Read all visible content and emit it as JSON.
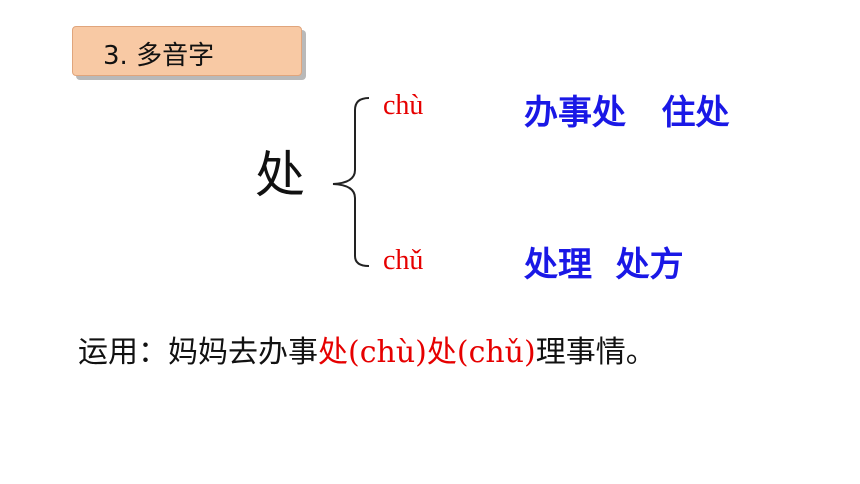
{
  "section_tag": "3. 多音字",
  "character": "处",
  "readings": [
    {
      "pinyin": "chù",
      "words": "办事处   住处"
    },
    {
      "pinyin": "chǔ",
      "words": "处理  处方"
    }
  ],
  "usage": {
    "prefix": "运用：妈妈去办事",
    "char1": "处",
    "pinyin1": "(chù)",
    "char2": "处",
    "pinyin2": "(chǔ)",
    "suffix": "理事情。"
  },
  "colors": {
    "tag_fill": "#f8c9a4",
    "pinyin_red": "#e60000",
    "word_blue": "#1a18e6"
  }
}
